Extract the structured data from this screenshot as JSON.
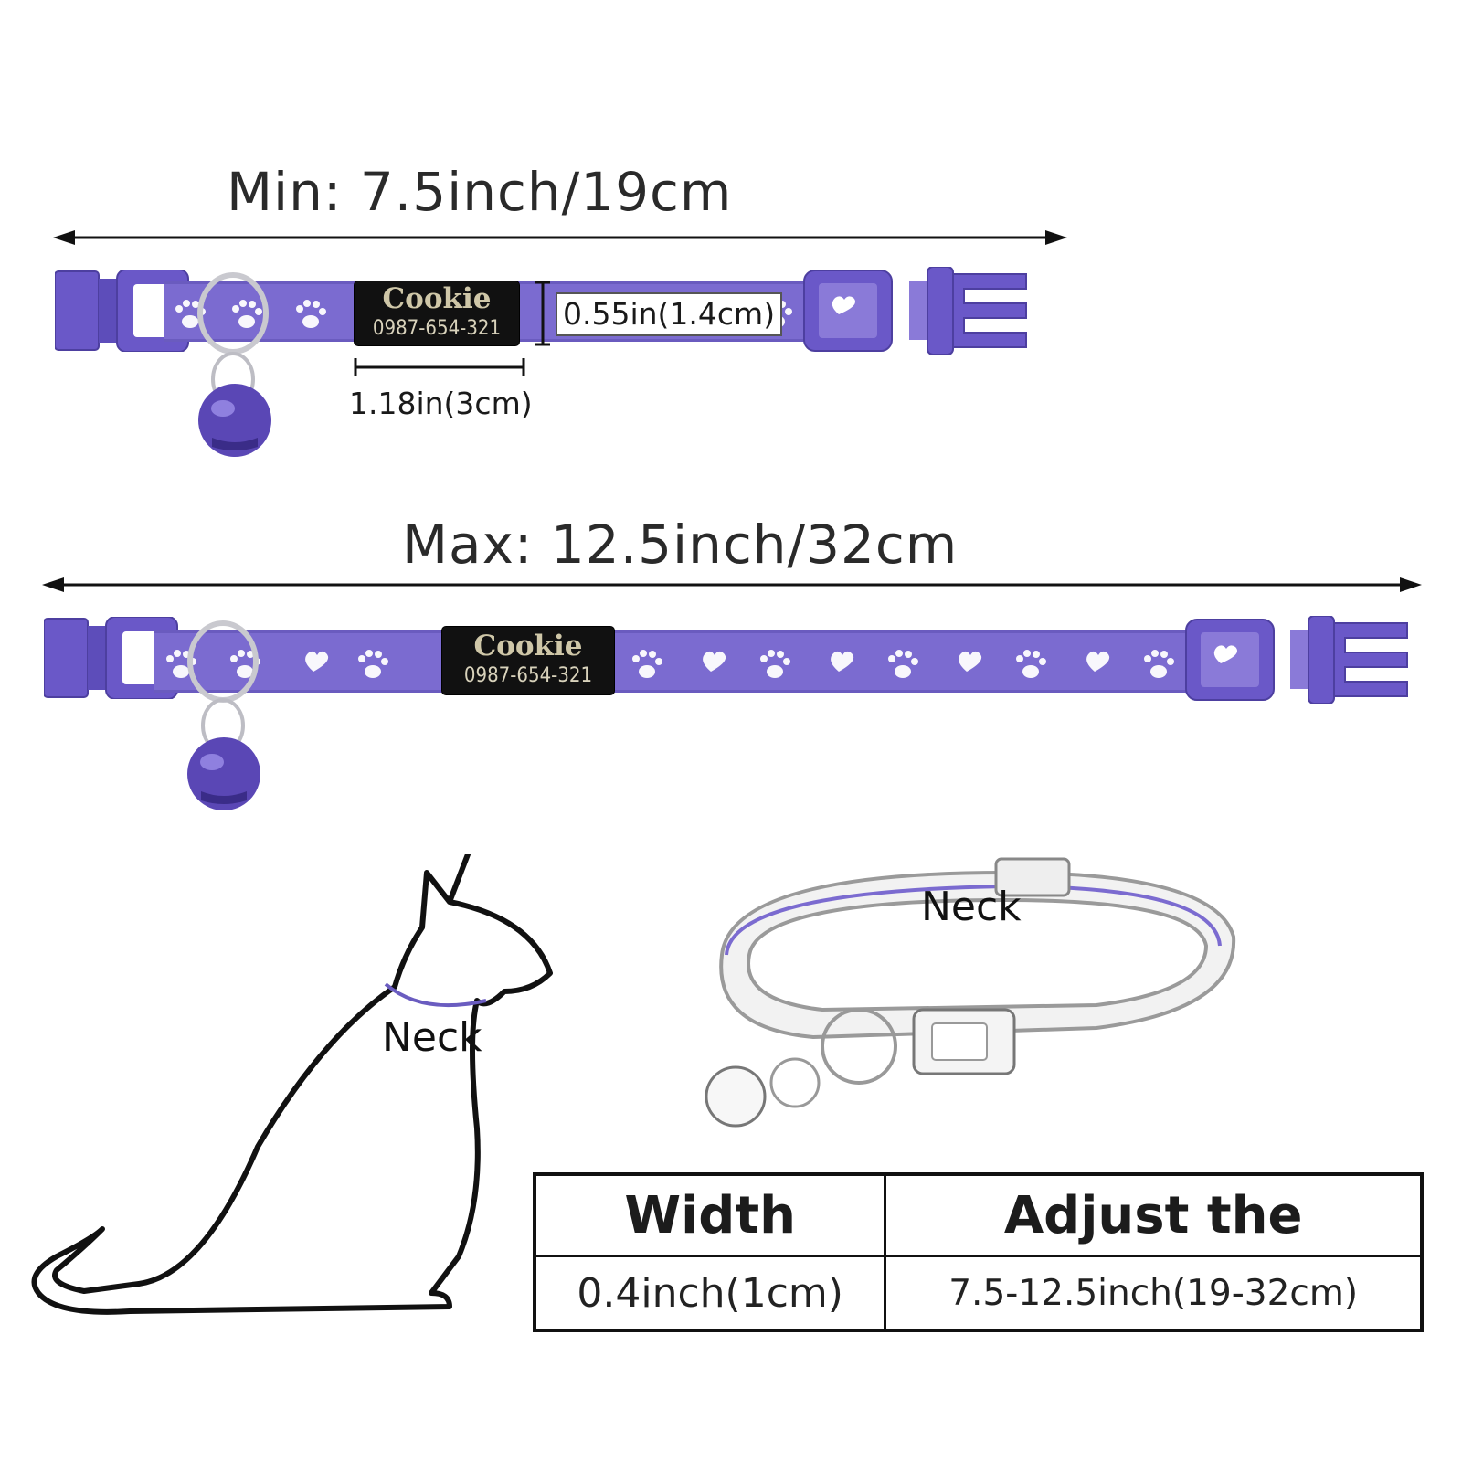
{
  "min_label": "Min: 7.5inch/19cm",
  "max_label": "Max: 12.5inch/32cm",
  "tag": {
    "name": "Cookie",
    "phone": "0987-654-321"
  },
  "tag_width_label": "1.18in(3cm)",
  "tag_height_label": "0.55in(1.4cm)",
  "neck_label_cat": "Neck",
  "neck_label_collar": "Neck",
  "table": {
    "headers": [
      "Width",
      "Adjust the"
    ],
    "values": [
      "0.4inch(1cm)",
      "7.5-12.5inch(19-32cm)"
    ]
  },
  "colors": {
    "strap": "#7b6bd0",
    "buckle": "#6a58c8",
    "tag": "#111111",
    "neck_line": "#6a5cc0"
  }
}
